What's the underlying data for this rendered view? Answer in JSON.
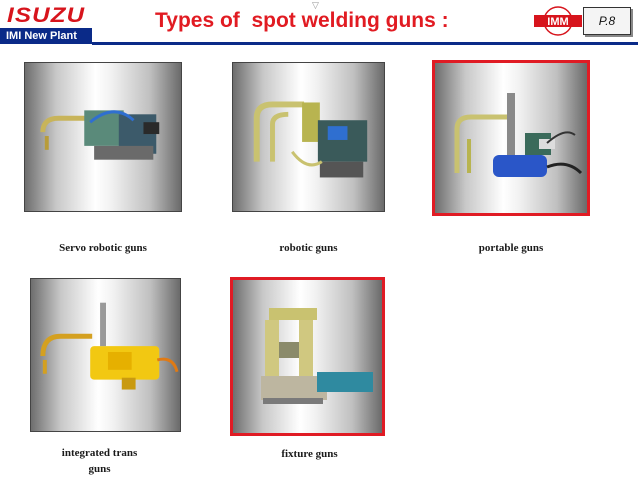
{
  "header": {
    "logo_text": "ISUZU",
    "plant_label": "IMI New Plant",
    "title": "Types of  spot welding guns :",
    "company_logo": "IMM",
    "page_number": "P.8",
    "top_marker": "▽"
  },
  "guns": [
    {
      "caption": "Servo robotic guns",
      "selected": false
    },
    {
      "caption": "robotic guns",
      "selected": false
    },
    {
      "caption": "portable  guns",
      "selected": true
    },
    {
      "caption_line1": "integrated trans",
      "caption_line2": "guns",
      "selected": false
    },
    {
      "caption": "fixture   guns",
      "selected": true
    }
  ],
  "colors": {
    "brand_red": "#d7141c",
    "brand_blue": "#0a2a88",
    "highlight": "#e01b24"
  }
}
